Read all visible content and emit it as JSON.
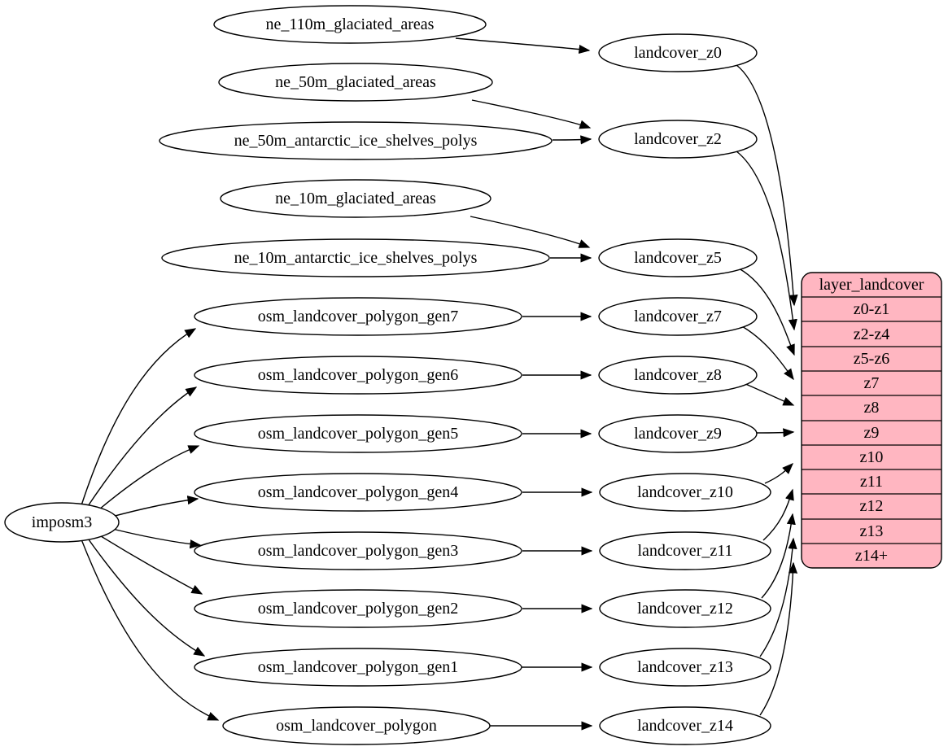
{
  "diagram_type": "graphviz-dependency-graph",
  "colors": {
    "background": "#ffffff",
    "node_fill": "#ffffff",
    "node_stroke": "#000000",
    "edge": "#000000",
    "table_fill": "#ffb6c1",
    "text": "#000000"
  },
  "nodes": {
    "imposm3": "imposm3",
    "ne_110m_glaciated_areas": "ne_110m_glaciated_areas",
    "ne_50m_glaciated_areas": "ne_50m_glaciated_areas",
    "ne_50m_antarctic_ice_shelves_polys": "ne_50m_antarctic_ice_shelves_polys",
    "ne_10m_glaciated_areas": "ne_10m_glaciated_areas",
    "ne_10m_antarctic_ice_shelves_polys": "ne_10m_antarctic_ice_shelves_polys",
    "osm_landcover_polygon_gen7": "osm_landcover_polygon_gen7",
    "osm_landcover_polygon_gen6": "osm_landcover_polygon_gen6",
    "osm_landcover_polygon_gen5": "osm_landcover_polygon_gen5",
    "osm_landcover_polygon_gen4": "osm_landcover_polygon_gen4",
    "osm_landcover_polygon_gen3": "osm_landcover_polygon_gen3",
    "osm_landcover_polygon_gen2": "osm_landcover_polygon_gen2",
    "osm_landcover_polygon_gen1": "osm_landcover_polygon_gen1",
    "osm_landcover_polygon": "osm_landcover_polygon",
    "landcover_z0": "landcover_z0",
    "landcover_z2": "landcover_z2",
    "landcover_z5": "landcover_z5",
    "landcover_z7": "landcover_z7",
    "landcover_z8": "landcover_z8",
    "landcover_z9": "landcover_z9",
    "landcover_z10": "landcover_z10",
    "landcover_z11": "landcover_z11",
    "landcover_z12": "landcover_z12",
    "landcover_z13": "landcover_z13",
    "landcover_z14": "landcover_z14"
  },
  "table": {
    "title": "layer_landcover",
    "rows": [
      "z0-z1",
      "z2-z4",
      "z5-z6",
      "z7",
      "z8",
      "z9",
      "z10",
      "z11",
      "z12",
      "z13",
      "z14+"
    ]
  },
  "edges": [
    {
      "from": "ne_110m_glaciated_areas",
      "to": "landcover_z0"
    },
    {
      "from": "ne_50m_glaciated_areas",
      "to": "landcover_z2"
    },
    {
      "from": "ne_50m_antarctic_ice_shelves_polys",
      "to": "landcover_z2"
    },
    {
      "from": "ne_10m_glaciated_areas",
      "to": "landcover_z5"
    },
    {
      "from": "ne_10m_antarctic_ice_shelves_polys",
      "to": "landcover_z5"
    },
    {
      "from": "imposm3",
      "to": "osm_landcover_polygon_gen7"
    },
    {
      "from": "imposm3",
      "to": "osm_landcover_polygon_gen6"
    },
    {
      "from": "imposm3",
      "to": "osm_landcover_polygon_gen5"
    },
    {
      "from": "imposm3",
      "to": "osm_landcover_polygon_gen4"
    },
    {
      "from": "imposm3",
      "to": "osm_landcover_polygon_gen3"
    },
    {
      "from": "imposm3",
      "to": "osm_landcover_polygon_gen2"
    },
    {
      "from": "imposm3",
      "to": "osm_landcover_polygon_gen1"
    },
    {
      "from": "imposm3",
      "to": "osm_landcover_polygon"
    },
    {
      "from": "osm_landcover_polygon_gen7",
      "to": "landcover_z7"
    },
    {
      "from": "osm_landcover_polygon_gen6",
      "to": "landcover_z8"
    },
    {
      "from": "osm_landcover_polygon_gen5",
      "to": "landcover_z9"
    },
    {
      "from": "osm_landcover_polygon_gen4",
      "to": "landcover_z10"
    },
    {
      "from": "osm_landcover_polygon_gen3",
      "to": "landcover_z11"
    },
    {
      "from": "osm_landcover_polygon_gen2",
      "to": "landcover_z12"
    },
    {
      "from": "osm_landcover_polygon_gen1",
      "to": "landcover_z13"
    },
    {
      "from": "osm_landcover_polygon",
      "to": "landcover_z14"
    },
    {
      "from": "landcover_z0",
      "to": "layer_landcover:z0-z1"
    },
    {
      "from": "landcover_z2",
      "to": "layer_landcover:z2-z4"
    },
    {
      "from": "landcover_z5",
      "to": "layer_landcover:z5-z6"
    },
    {
      "from": "landcover_z7",
      "to": "layer_landcover:z7"
    },
    {
      "from": "landcover_z8",
      "to": "layer_landcover:z8"
    },
    {
      "from": "landcover_z9",
      "to": "layer_landcover:z9"
    },
    {
      "from": "landcover_z10",
      "to": "layer_landcover:z10"
    },
    {
      "from": "landcover_z11",
      "to": "layer_landcover:z11"
    },
    {
      "from": "landcover_z12",
      "to": "layer_landcover:z12"
    },
    {
      "from": "landcover_z13",
      "to": "layer_landcover:z13"
    },
    {
      "from": "landcover_z14",
      "to": "layer_landcover:z14+"
    }
  ]
}
